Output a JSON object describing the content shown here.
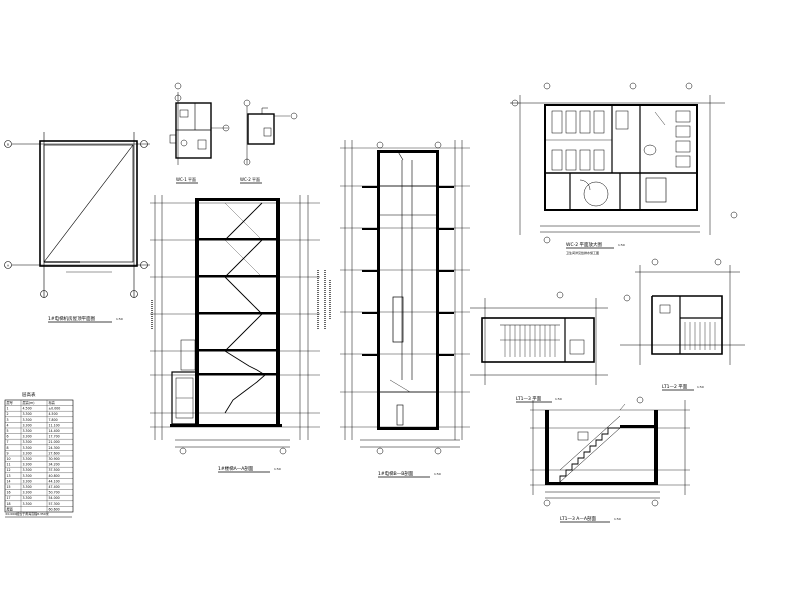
{
  "sheet": {
    "title_elevator_roof_plan": "1#电梯机房屋顶平面图",
    "title_section_aa": "1#楼梯A—A剖面",
    "title_section_bb": "1#电梯B—B剖面",
    "title_wc_plan": "WC-2 平面放大图",
    "title_lt3": "LT1—3 平面",
    "title_lt3_a": "LT1—3 A—A剖面",
    "title_lt2": "LT1—2 平面",
    "title_wc1": "WC-1 平面",
    "title_wc2": "WC-2 平面",
    "scale": "1:50",
    "table_caption": "±0.000相当于黄海高程8.350米",
    "wc_note": "卫生间详见给排水施工图"
  },
  "level_table": {
    "headers": [
      "层号",
      "层高(m)",
      "标高"
    ],
    "rows": [
      [
        "1",
        "4.500",
        "±0.000"
      ],
      [
        "2",
        "3.300",
        "4.500"
      ],
      [
        "3",
        "3.300",
        "7.800"
      ],
      [
        "4",
        "3.300",
        "11.100"
      ],
      [
        "5",
        "3.300",
        "14.400"
      ],
      [
        "6",
        "3.300",
        "17.700"
      ],
      [
        "7",
        "3.300",
        "21.000"
      ],
      [
        "8",
        "3.300",
        "24.300"
      ],
      [
        "9",
        "3.300",
        "27.600"
      ],
      [
        "10",
        "3.300",
        "30.900"
      ],
      [
        "11",
        "3.300",
        "34.200"
      ],
      [
        "12",
        "3.300",
        "37.500"
      ],
      [
        "13",
        "3.300",
        "40.800"
      ],
      [
        "14",
        "3.300",
        "44.100"
      ],
      [
        "15",
        "3.300",
        "47.400"
      ],
      [
        "16",
        "3.300",
        "50.700"
      ],
      [
        "17",
        "3.300",
        "54.000"
      ],
      [
        "18",
        "3.300",
        "57.300"
      ],
      [
        "屋面",
        "",
        "60.600"
      ]
    ]
  },
  "axis_labels": {
    "a": "A",
    "b": "B",
    "c": "C",
    "d": "D",
    "n1": "1",
    "n2": "2",
    "n3": "3",
    "n4": "4"
  },
  "colors": {
    "line": "#000000",
    "background": "#ffffff"
  }
}
